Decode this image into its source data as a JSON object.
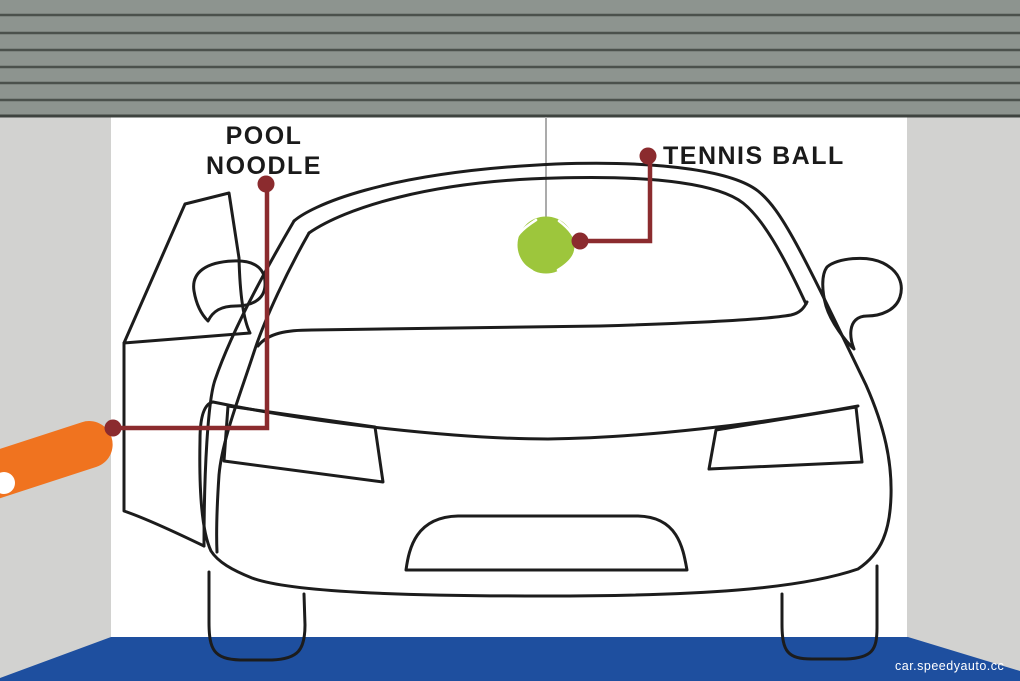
{
  "labels": {
    "pool_noodle_line1": "POOL",
    "pool_noodle_line2": "NOODLE",
    "tennis_ball": "TENNIS BALL"
  },
  "watermark": "car.speedyauto.cc",
  "objects": {
    "pool_noodle": "orange pool noodle mounted on left garage wall",
    "tennis_ball": "green tennis ball hanging on string from ceiling",
    "car": "outline drawing of car, front view, driver door open",
    "garage_door": "gray slatted garage door across top",
    "floor": "blue garage floor"
  },
  "colors": {
    "garage_door": "#8d948f",
    "garage_door_line": "#4b514c",
    "garage_door_bottom": "#3e433f",
    "wall": "#d2d2d0",
    "floor": "#1e4f9f",
    "background": "#ffffff",
    "car_outline": "#1c1c1c",
    "noodle_orange": "#f0731f",
    "ball_green": "#9dc63c",
    "seam_white": "#ffffff",
    "leader_red": "#8b2b2e",
    "label_text": "#1a1a1a",
    "string_gray": "#ababab"
  }
}
